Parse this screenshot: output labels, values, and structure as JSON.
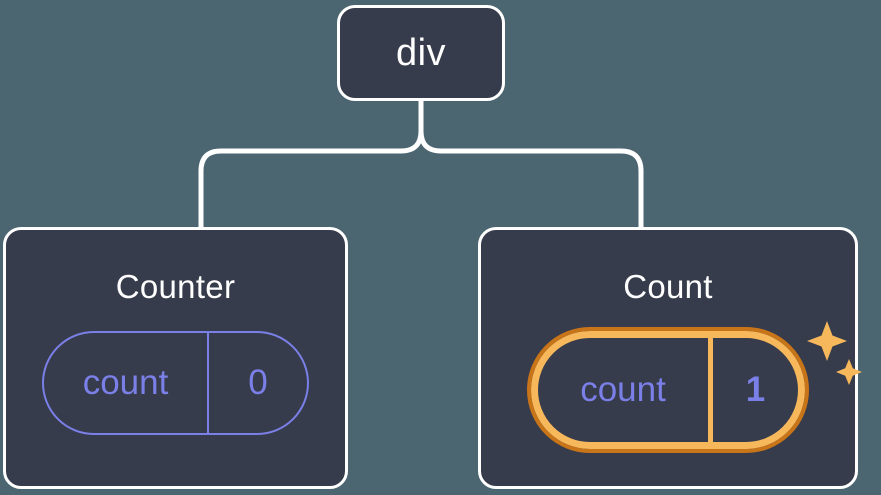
{
  "diagram": {
    "type": "component-tree",
    "background_color": "#4b6670",
    "node_fill_color": "#363c4b",
    "node_border_color": "#ffffff",
    "connector_color": "#ffffff",
    "accent_purple": "#7b7fe8",
    "accent_orange_light": "#f7b85c",
    "accent_orange_dark": "#c87418",
    "root": {
      "label": "div"
    },
    "children": [
      {
        "title": "Counter",
        "state": {
          "key": "count",
          "value": "0"
        },
        "highlighted": false
      },
      {
        "title": "Count",
        "state": {
          "key": "count",
          "value": "1"
        },
        "highlighted": true,
        "sparkle_icon": "sparkles-icon"
      }
    ]
  }
}
